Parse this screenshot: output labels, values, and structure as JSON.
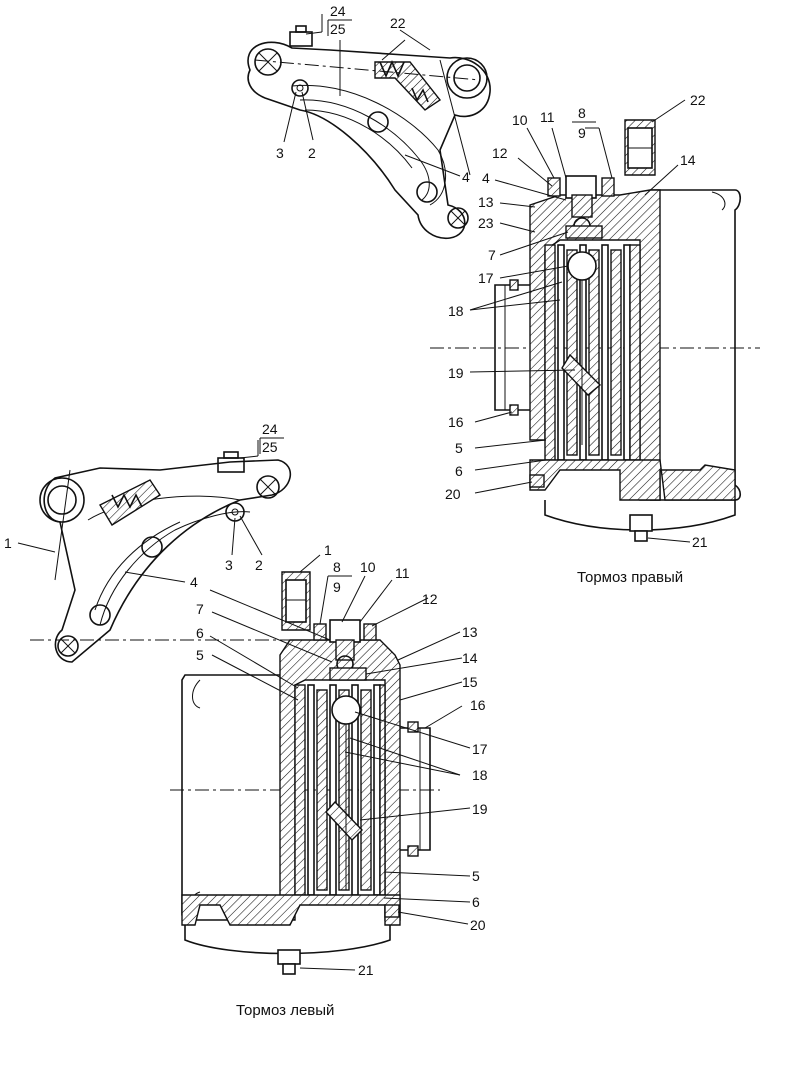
{
  "diagram": {
    "captions": {
      "right": "Тормоз правый",
      "left": "Тормоз левый"
    },
    "labels": {
      "r1_24": "24",
      "r1_25": "25",
      "r1_22": "22",
      "r1_3": "3",
      "r1_2": "2",
      "r1_4": "4",
      "r2_8": "8",
      "r2_9": "9",
      "r2_10": "10",
      "r2_11": "11",
      "r2_22": "22",
      "r2_12": "12",
      "r2_14": "14",
      "r2_4": "4",
      "r2_13": "13",
      "r2_23": "23",
      "r2_7": "7",
      "r2_17": "17",
      "r2_18": "18",
      "r2_19": "19",
      "r2_16": "16",
      "r2_5": "5",
      "r2_6": "6",
      "r2_20": "20",
      "r2_21": "21",
      "l1_24": "24",
      "l1_25": "25",
      "l1_1": "1",
      "l1_3": "3",
      "l1_2": "2",
      "l1_4": "4",
      "l2_1": "1",
      "l2_8": "8",
      "l2_9": "9",
      "l2_10": "10",
      "l2_11": "11",
      "l2_12": "12",
      "l2_7": "7",
      "l2_6": "6",
      "l2_5": "5",
      "l2_13": "13",
      "l2_14": "14",
      "l2_15": "15",
      "l2_16": "16",
      "l2_17": "17",
      "l2_18": "18",
      "l2_19": "19",
      "l2_5b": "5",
      "l2_6b": "6",
      "l2_20": "20",
      "l2_21": "21"
    }
  }
}
